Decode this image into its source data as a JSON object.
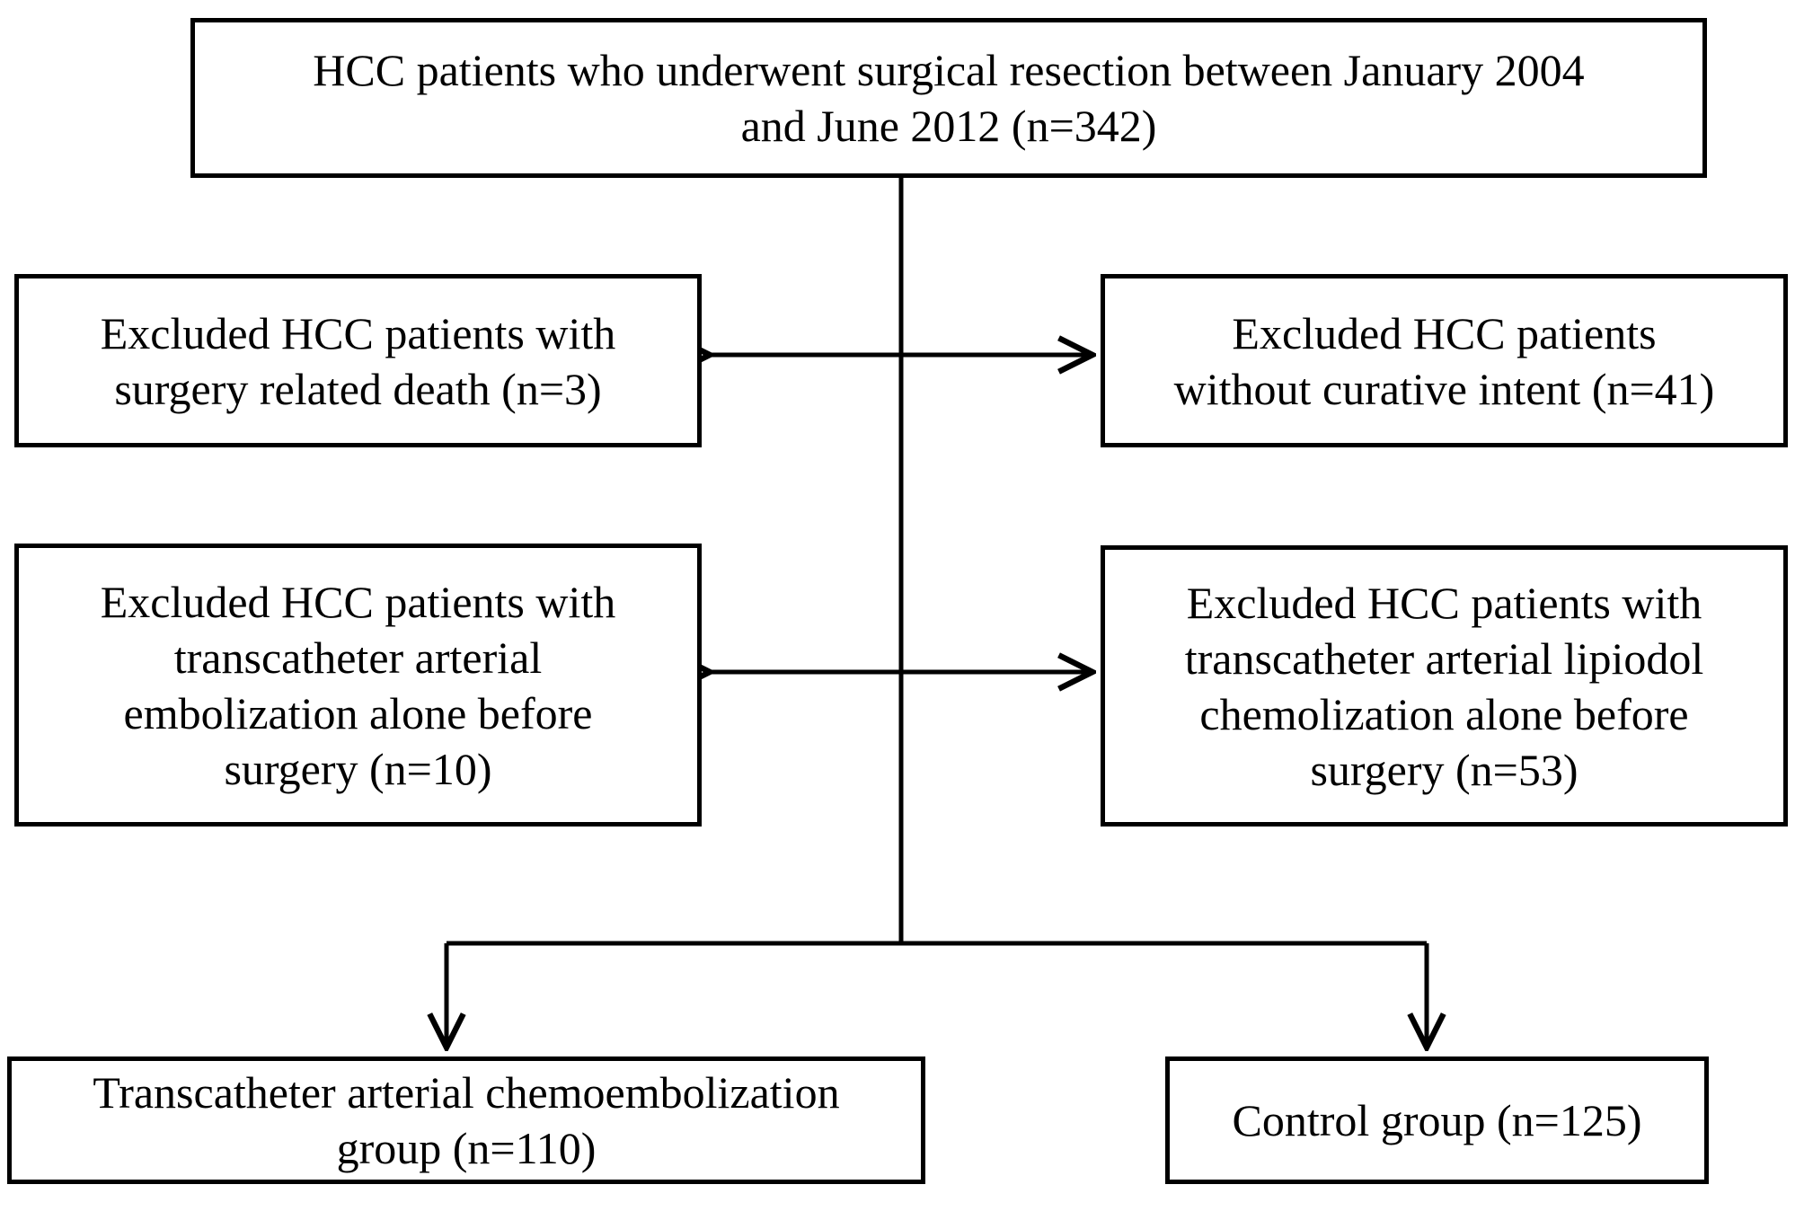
{
  "figure": {
    "type": "flowchart",
    "title": "HCC patient selection flow diagram",
    "background_color": "#ffffff",
    "line_color": "#000000",
    "text_color": "#000000"
  },
  "nodes": {
    "source": {
      "id": "source-cohort",
      "label": "HCC patients who underwent surgical resection between January 2004\nand June 2012 (n=342)",
      "count": 342
    },
    "excluded_surgery_death": {
      "id": "excluded-surgery-related-death",
      "label": "Excluded HCC patients with\nsurgery related death (n=3)",
      "count": 3
    },
    "excluded_no_curative_intent": {
      "id": "excluded-without-curative-intent",
      "label": "Excluded HCC patients\nwithout curative intent (n=41)",
      "count": 41
    },
    "excluded_tae": {
      "id": "excluded-transcatheter-arterial-embolization",
      "label": "Excluded HCC patients with\ntranscatheter arterial\nembolization alone before\nsurgery (n=10)",
      "count": 10
    },
    "excluded_tacl": {
      "id": "excluded-transcatheter-arterial-lipiodol-chemolization",
      "label": "Excluded HCC patients with\ntranscatheter arterial lipiodol\nchemolization alone before\nsurgery (n=53)",
      "count": 53
    },
    "tace_group": {
      "id": "tace-group",
      "label": "Transcatheter arterial chemoembolization\ngroup (n=110)",
      "count": 110
    },
    "control_group": {
      "id": "control-group",
      "label": "Control group (n=125)",
      "count": 125
    }
  },
  "connectors": [
    {
      "id": "spine",
      "from": "source-cohort",
      "to": "split-point",
      "direction": "down",
      "arrowhead": false
    },
    {
      "id": "exclusion-arrow-left-1",
      "from": "spine",
      "to": "excluded-surgery-related-death",
      "direction": "left",
      "arrowhead": true
    },
    {
      "id": "exclusion-arrow-right-1",
      "from": "spine",
      "to": "excluded-without-curative-intent",
      "direction": "right",
      "arrowhead": true
    },
    {
      "id": "exclusion-arrow-left-2",
      "from": "spine",
      "to": "excluded-transcatheter-arterial-embolization",
      "direction": "left",
      "arrowhead": true
    },
    {
      "id": "exclusion-arrow-right-2",
      "from": "spine",
      "to": "excluded-transcatheter-arterial-lipiodol-chemolization",
      "direction": "right",
      "arrowhead": true
    },
    {
      "id": "split-arrow-tace",
      "from": "split-point",
      "to": "tace-group",
      "direction": "down",
      "arrowhead": true
    },
    {
      "id": "split-arrow-control",
      "from": "split-point",
      "to": "control-group",
      "direction": "down",
      "arrowhead": true
    }
  ]
}
